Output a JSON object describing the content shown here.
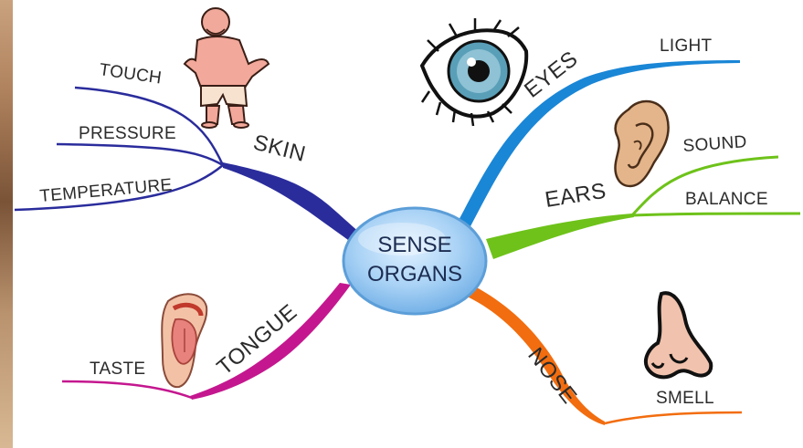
{
  "center": {
    "line1": "SENSE",
    "line2": "ORGANS"
  },
  "branches": {
    "skin": {
      "label": "SKIN",
      "color": "#2a2c9c",
      "leaves": [
        "TOUCH",
        "PRESSURE",
        "TEMPERATURE"
      ]
    },
    "eyes": {
      "label": "EYES",
      "color": "#1a86d6",
      "leaves": [
        "LIGHT"
      ]
    },
    "ears": {
      "label": "EARS",
      "color": "#6ec21a",
      "leaves": [
        "SOUND",
        "BALANCE"
      ]
    },
    "tongue": {
      "label": "TONGUE",
      "color": "#c4178f",
      "leaves": [
        "TASTE"
      ]
    },
    "nose": {
      "label": "NOSE",
      "color": "#f26d0f",
      "leaves": [
        "SMELL"
      ]
    }
  },
  "illustrations": [
    "person-icon",
    "eye-icon",
    "ear-icon",
    "tongue-icon",
    "nose-icon"
  ]
}
